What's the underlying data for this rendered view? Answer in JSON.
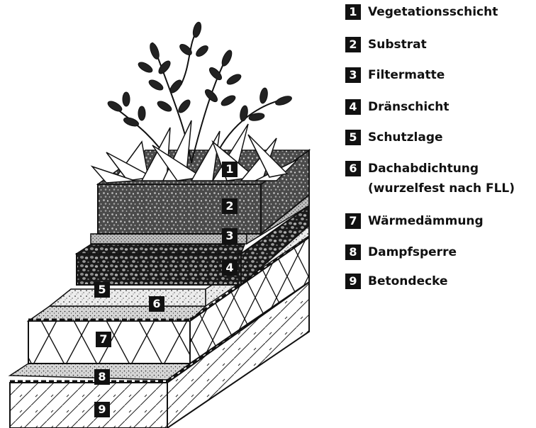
{
  "layers": [
    {
      "num": "1",
      "label": "Vegetationsschicht"
    },
    {
      "num": "2",
      "label": "Substrat"
    },
    {
      "num": "3",
      "label": "Filtermatte"
    },
    {
      "num": "4",
      "label": "Dränschicht"
    },
    {
      "num": "5",
      "label": "Schutzlage"
    },
    {
      "num": "6",
      "label": "Dachabdichtung",
      "label_line2": "(wurzelfest nach FLL)"
    },
    {
      "num": "7",
      "label": "Wärmedämmung"
    },
    {
      "num": "8",
      "label": "Dampfsperre"
    },
    {
      "num": "9",
      "label": "Betondecke"
    }
  ]
}
